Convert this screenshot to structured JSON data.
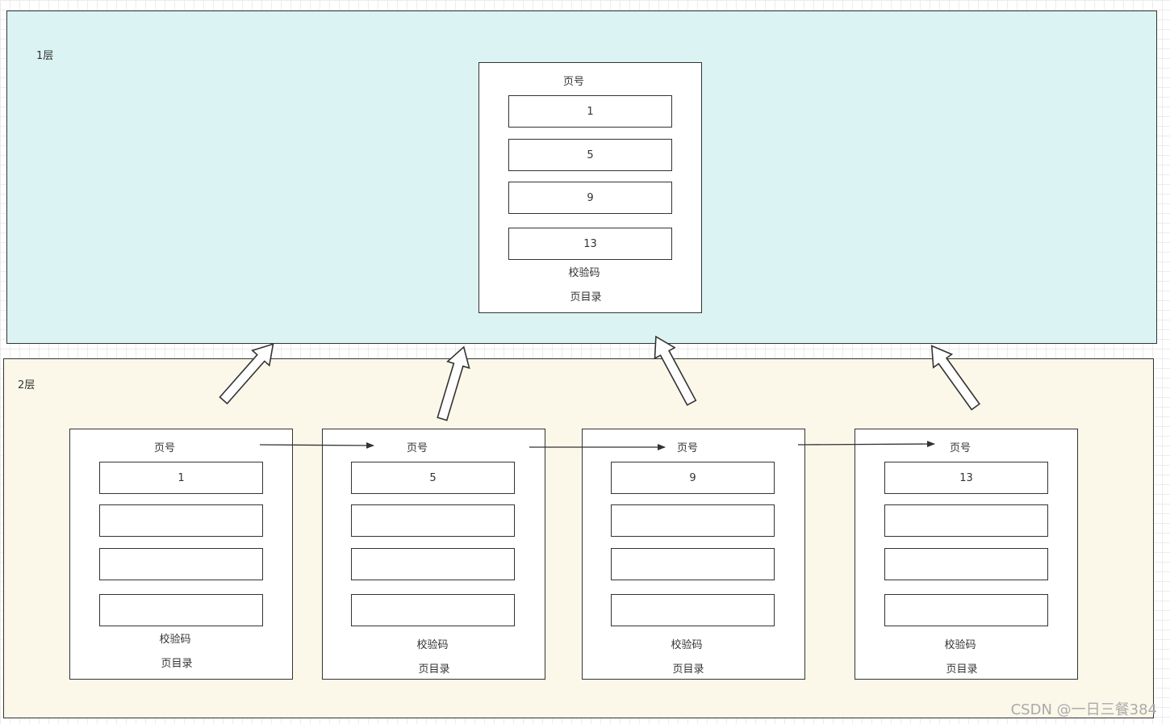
{
  "layer1": {
    "label": "1层"
  },
  "layer2": {
    "label": "2层"
  },
  "top_page": {
    "header": "页号",
    "slots": [
      "1",
      "5",
      "9",
      "13"
    ],
    "checksum": "校验码",
    "directory": "页目录"
  },
  "leaf_pages": [
    {
      "header": "页号",
      "slots": [
        "1",
        "",
        "",
        ""
      ],
      "checksum": "校验码",
      "directory": "页目录"
    },
    {
      "header": "页号",
      "slots": [
        "5",
        "",
        "",
        ""
      ],
      "checksum": "校验码",
      "directory": "页目录"
    },
    {
      "header": "页号",
      "slots": [
        "9",
        "",
        "",
        ""
      ],
      "checksum": "校验码",
      "directory": "页目录"
    },
    {
      "header": "页号",
      "slots": [
        "13",
        "",
        "",
        ""
      ],
      "checksum": "校验码",
      "directory": "页目录"
    }
  ],
  "watermark": "CSDN @一日三餐384",
  "colors": {
    "layer1_fill": "#dbf4f3",
    "layer2_fill": "#fbf8ea",
    "stroke": "#333333"
  }
}
